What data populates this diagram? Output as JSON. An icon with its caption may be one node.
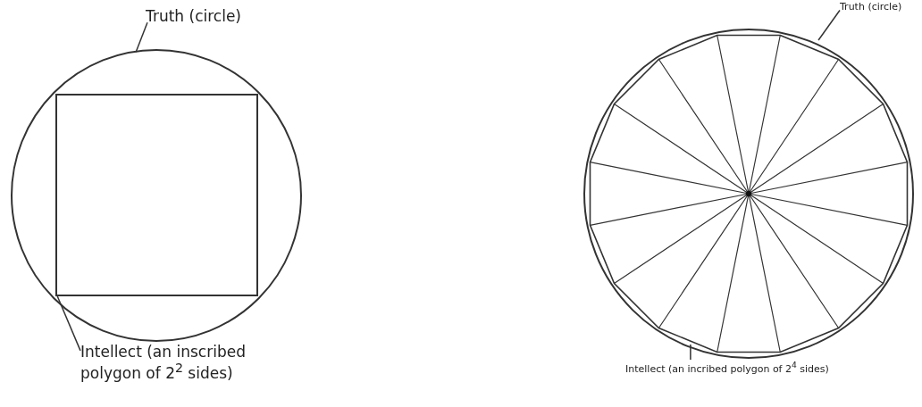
{
  "diagram": {
    "nodes": [
      {
        "text": [
          "Truth (circle)"
        ]
      },
      {
        "text": [],
        "shape": "circle"
      },
      {
        "text": [],
        "shape": "box",
        "in": 1
      },
      {
        "text": [
          "Intellect (an inscribed polygon of 2$^{2}$ sides)"
        ]
      },
      {
        "text": [
          "Truth (circle)"
        ]
      },
      {
        "text": [],
        "shape": "circle"
      },
      {
        "text": [],
        "shape": "polygon",
        "in": 5
      },
      {
        "text": [
          "Intellect (an incribed polygon of 2$^{4}$ sides)"
        ]
      }
    ],
    "edges": [
      {
        "from": 0,
        "to": 1,
        "arrow": "none"
      },
      {
        "from": 3,
        "to": 2,
        "arrow": "none"
      },
      {
        "from": 4,
        "to": 5,
        "arrow": "none"
      },
      {
        "from": 7,
        "to": 6,
        "arrow": "none"
      }
    ]
  }
}
